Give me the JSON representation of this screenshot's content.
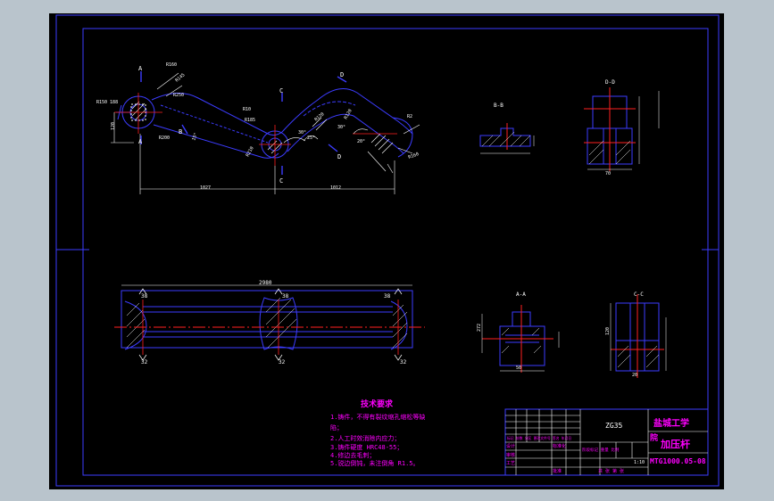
{
  "colors": {
    "viewport": "#b9c4cc",
    "sheet": "#000000",
    "frame": "#3c3cff",
    "title_text": "#ff00ff",
    "centerline": "#ff2020",
    "dimension": "#ffffff",
    "hatch": "#ffffff"
  },
  "section_labels": {
    "a": "A",
    "b": "B",
    "c": "C",
    "d": "D",
    "bb": "B-B",
    "dd": "D-D",
    "aa": "A-A",
    "cc": "C-C"
  },
  "dimensions": {
    "r160": "R160",
    "r145": "R145",
    "r150_188": "R150 188",
    "r250": "R250",
    "r10": "R10",
    "r185": "R185",
    "r200": "R200",
    "r210": "R210",
    "r120": "R120",
    "r2": "R2",
    "ang15": "15°",
    "ang30": "30°",
    "ang25": "25°",
    "ang20": "20°",
    "len_1": "1027",
    "len_2": "1012",
    "len_3": "2980",
    "d20": "20",
    "d120": "120",
    "d70": "70",
    "d50": "50",
    "d272": "272",
    "angle38": "38",
    "h32": "32"
  },
  "notes": {
    "heading": "技术要求",
    "items": [
      "1.铸件，不得有裂纹缩孔缩松等缺",
      "陷；",
      "2.人工时效消除内应力；",
      "3.铸件硬度 HRC48-55；",
      "4.修边去毛刺；",
      "5.锐边倒钝，未注倒角 R1.5。"
    ]
  },
  "title_block": {
    "material": "ZG35",
    "school": "盐城工学",
    "school_suffix": "院",
    "part_name": "加压杆",
    "drawing_no": "MTG1000.05-08",
    "scale": "1:10",
    "sheet_info": "共  张 第  张",
    "design": "设计",
    "check": "审核",
    "process": "工艺",
    "approve": "批准",
    "stage_mark": "阶段标记 重量 比例",
    "std": "标准化",
    "revision": "标记 处数 分区 更改文件号 签名 年月日"
  }
}
